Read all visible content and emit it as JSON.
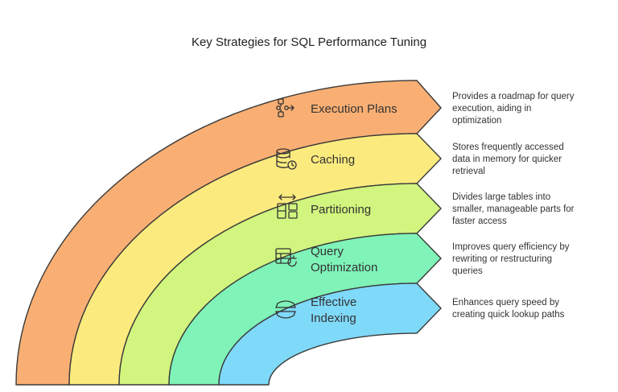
{
  "title": "Key Strategies for SQL Performance Tuning",
  "strategies": [
    {
      "label_lines": [
        "Execution Plans"
      ],
      "icon": "flowchart-icon",
      "color": "#F9AF73",
      "description_lines": [
        "Provides a roadmap for query",
        "execution, aiding in",
        "optimization"
      ]
    },
    {
      "label_lines": [
        "Caching"
      ],
      "icon": "database-clock-icon",
      "color": "#FBEB7E",
      "description_lines": [
        "Stores frequently accessed",
        "data in memory for quicker",
        "retrieval"
      ]
    },
    {
      "label_lines": [
        "Partitioning"
      ],
      "icon": "layout-split-icon",
      "color": "#D1F57E",
      "description_lines": [
        "Divides large tables into",
        "smaller, manageable parts for",
        "faster access"
      ]
    },
    {
      "label_lines": [
        "Query",
        "Optimization"
      ],
      "icon": "table-refresh-icon",
      "color": "#7FF3B8",
      "description_lines": [
        "Improves query efficiency by",
        "rewriting or restructuring",
        "queries"
      ]
    },
    {
      "label_lines": [
        "Effective",
        "Indexing"
      ],
      "icon": "stack-index-icon",
      "color": "#7FD9F9",
      "description_lines": [
        "Enhances query speed by",
        "creating quick lookup paths"
      ]
    }
  ]
}
